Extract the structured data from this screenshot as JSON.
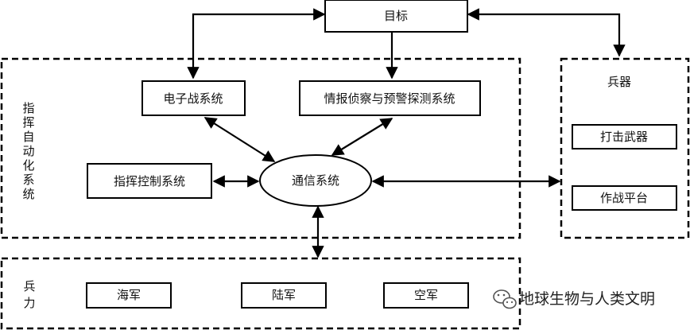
{
  "diagram": {
    "target": "目标",
    "ew_system": "电子战系统",
    "intel_system": "情报侦察与预警探测系统",
    "command_control": "指挥控制系统",
    "comm_system": "通信系统",
    "c2_group_label": [
      "指",
      "挥",
      "自",
      "动",
      "化",
      "系",
      "统"
    ],
    "weapons_group_label": "兵器",
    "strike_weapons": "打击武器",
    "combat_platform": "作战平台",
    "forces_group_label": [
      "兵",
      "力"
    ],
    "navy": "海军",
    "army": "陆军",
    "air_force": "空军"
  },
  "watermark": {
    "text": "地球生物与人类文明",
    "icon": "wechat-icon"
  }
}
